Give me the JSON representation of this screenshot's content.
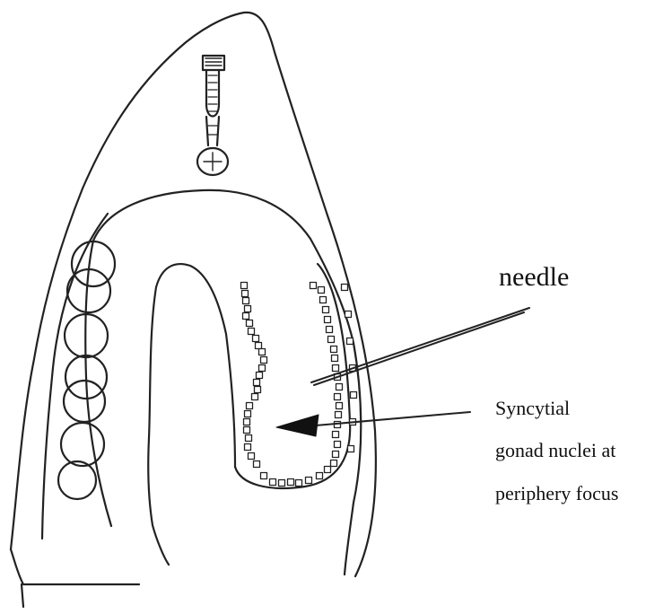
{
  "diagram": {
    "labels": {
      "needle": "needle",
      "syncytial_line1": "Syncytial",
      "syncytial_line2": "gonad nuclei at",
      "syncytial_line3": "periphery focus"
    },
    "colors": {
      "stroke": "#222222",
      "background": "#ffffff",
      "text": "#111111"
    }
  }
}
